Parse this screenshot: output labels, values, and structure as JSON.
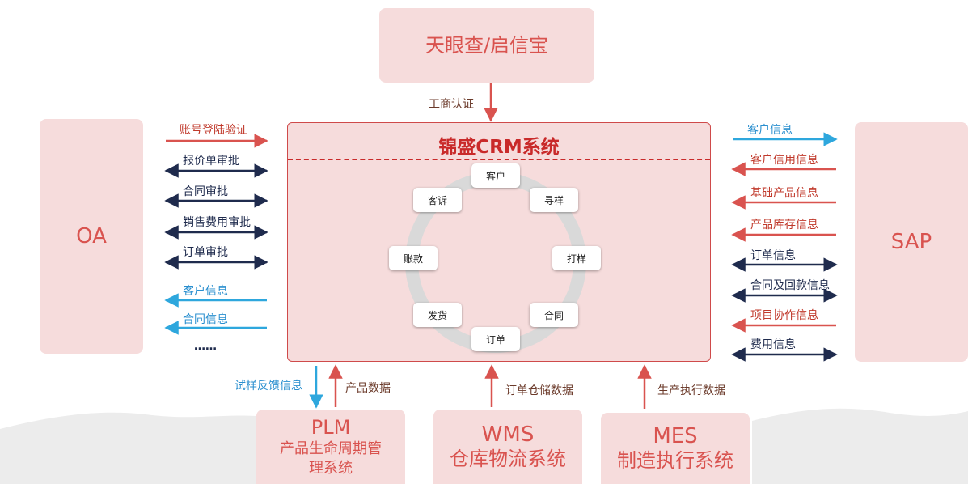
{
  "top_box": {
    "label": "天眼查/启信宝",
    "link_label": "工商认证"
  },
  "crm": {
    "title": "锦盛CRM系统",
    "cycle_nodes": [
      "客户",
      "寻样",
      "打样",
      "合同",
      "订单",
      "发货",
      "账款",
      "客诉"
    ]
  },
  "oa": {
    "name": "OA",
    "links": [
      "账号登陆验证",
      "报价单审批",
      "合同审批",
      "销售费用审批",
      "订单审批",
      "客户信息",
      "合同信息"
    ],
    "ellipsis": "……"
  },
  "sap": {
    "name": "SAP",
    "links": [
      "客户信息",
      "客户信用信息",
      "基础产品信息",
      "产品库存信息",
      "订单信息",
      "合同及回款信息",
      "项目协作信息",
      "费用信息"
    ]
  },
  "bottom": {
    "plm": {
      "name": "PLM",
      "sub1": "产品生命周期管",
      "sub2": "理系统",
      "feedback_label": "试样反馈信息",
      "data_label": "产品数据"
    },
    "wms": {
      "name": "WMS",
      "sub": "仓库物流系统",
      "data_label": "订单仓储数据"
    },
    "mes": {
      "name": "MES",
      "sub": "制造执行系统",
      "data_label": "生产执行数据"
    }
  },
  "colors": {
    "red": "#d9534f",
    "navy": "#1f2b4d",
    "blue": "#2ea7dd",
    "box_fill": "#f6dcdc"
  }
}
